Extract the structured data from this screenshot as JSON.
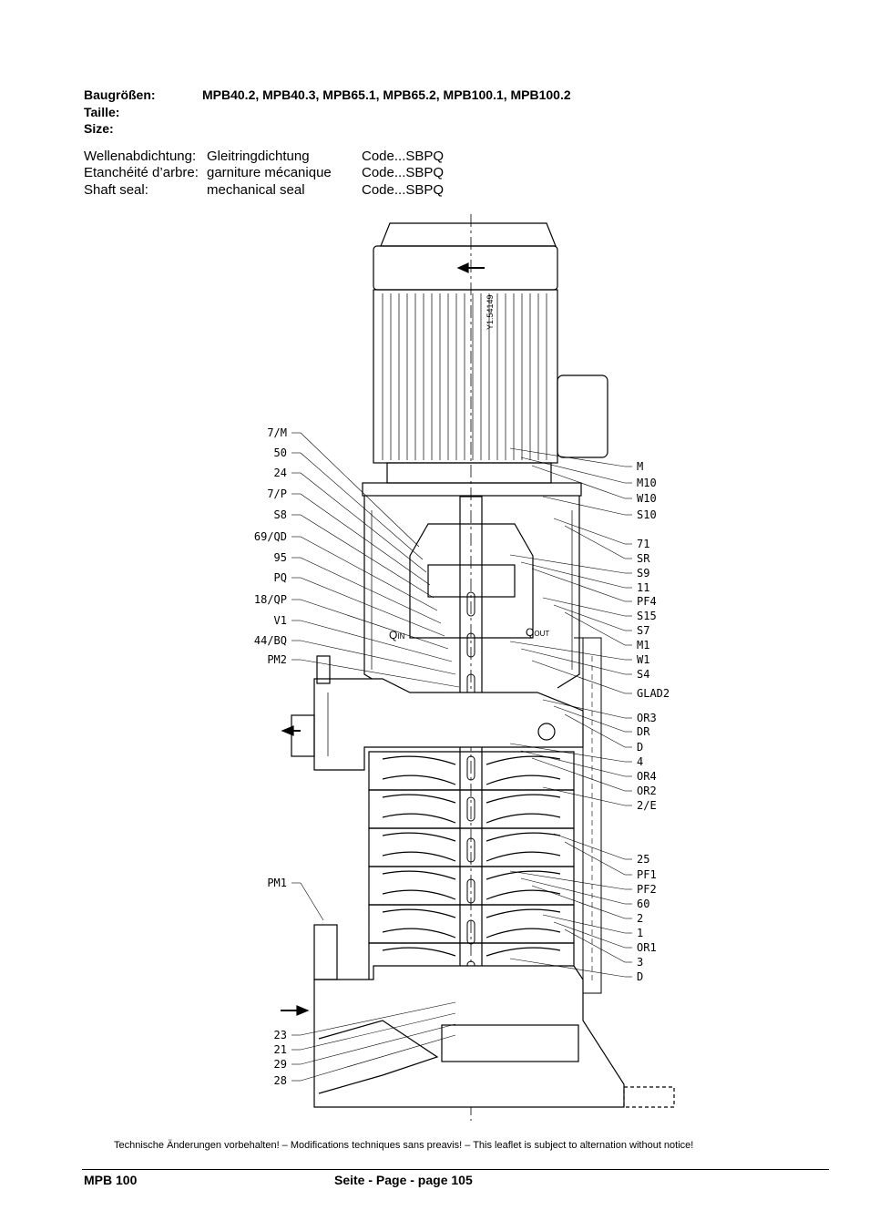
{
  "header": {
    "size_labels": [
      "Baugrößen:",
      "Taille:",
      "Size:"
    ],
    "sizes": "MPB40.2, MPB40.3, MPB65.1, MPB65.2, MPB100.1, MPB100.2"
  },
  "seal_table": [
    {
      "label": "Wellenabdichtung:",
      "type": "Gleitringdichtung",
      "code": "Code...SBPQ"
    },
    {
      "label": "Etanchéité d’arbre:",
      "type": "garniture mécanique",
      "code": "Code...SBPQ"
    },
    {
      "label": "Shaft seal:",
      "type": "mechanical seal",
      "code": "Code...SBPQ"
    }
  ],
  "drawing": {
    "motor_id": "Y1.54149",
    "q_in": "IN",
    "q_out": "OUT",
    "q": "Q",
    "left_labels": [
      "7/M",
      "50",
      "24",
      "7/P",
      "S8",
      "69/QD",
      "95",
      "PQ",
      "18/QP",
      "V1",
      "44/BQ",
      "PM2",
      "PM1",
      "23",
      "21",
      "29",
      "28"
    ],
    "right_labels": [
      "M",
      "M10",
      "W10",
      "S10",
      "71",
      "SR",
      "S9",
      "11",
      "PF4",
      "S15",
      "S7",
      "M1",
      "W1",
      "S4",
      "GLAD2",
      "OR3",
      "DR",
      "D",
      "4",
      "OR4",
      "OR2",
      "2/E",
      "25",
      "PF1",
      "PF2",
      "60",
      "2",
      "1",
      "OR1",
      "3",
      "D"
    ]
  },
  "footer": {
    "notice": "Technische Änderungen vorbehalten! – Modifications techniques sans preavis! – This leaflet is subject to alternation without notice!",
    "model": "MPB 100",
    "page": "Seite - Page - page 105"
  }
}
